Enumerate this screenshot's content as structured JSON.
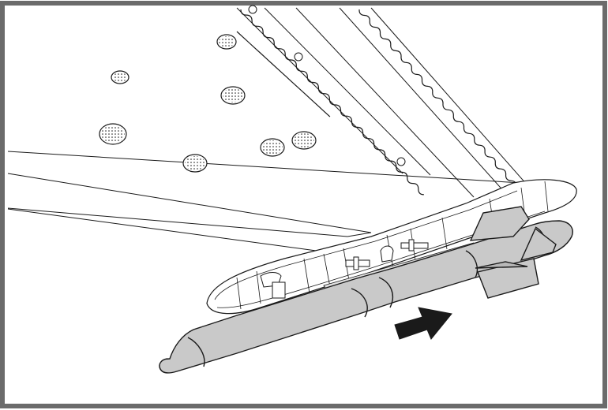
{
  "figure": {
    "kind": "assembly-illustration",
    "subject": "missile-mounted-under-wing-pylon",
    "frame_color": "#6b6b6b",
    "outline_color": "#1a1a1a",
    "missile_fill": "#c9c9c9",
    "wing_fill": "#ffffff",
    "arrow_color": "#1a1a1a",
    "arrow_direction": "toward-pylon-rear"
  }
}
